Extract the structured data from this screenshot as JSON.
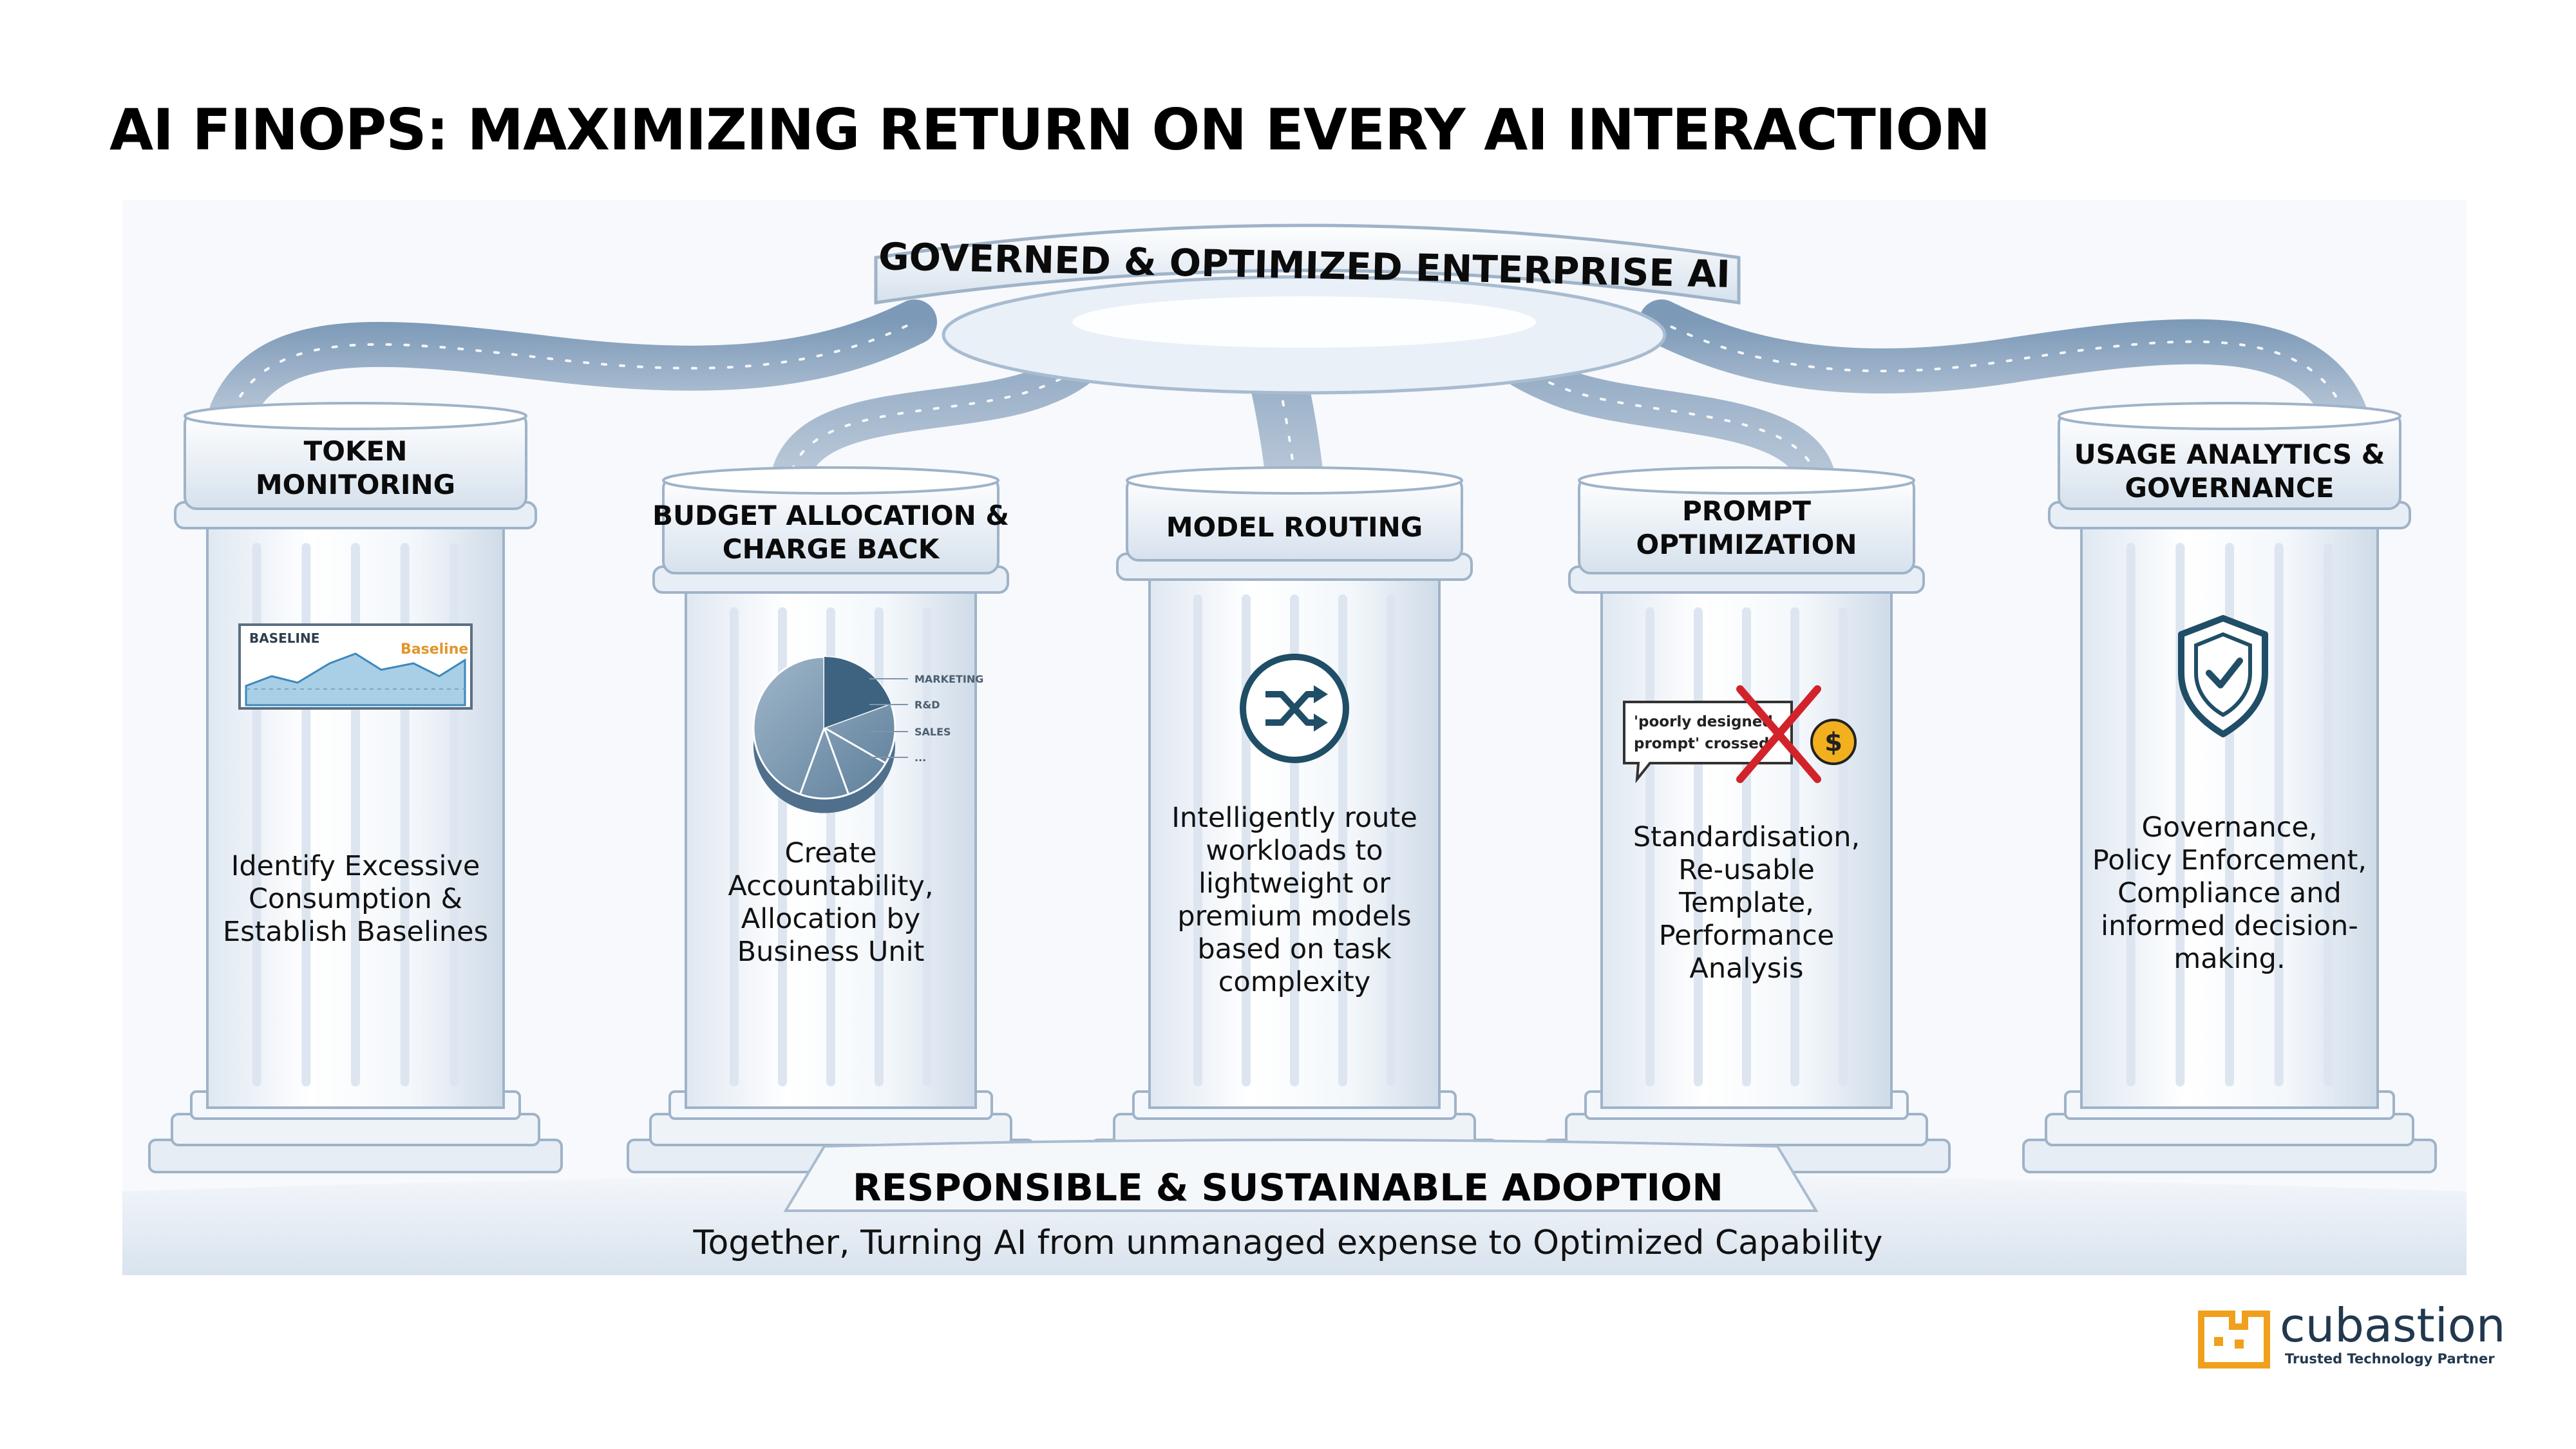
{
  "title": "AI FINOPS: MAXIMIZING RETURN ON EVERY AI INTERACTION",
  "top_banner": "GOVERNED & OPTIMIZED ENTERPRISE AI",
  "pillars": [
    {
      "title_lines": [
        "TOKEN",
        "MONITORING"
      ],
      "text_lines": [
        "Identify Excessive",
        "Consumption &",
        "Establish Baselines"
      ],
      "icon": "baseline-line-chart-icon",
      "chart_labels": [
        "BASELINE",
        "Baseline"
      ]
    },
    {
      "title_lines": [
        "BUDGET ALLOCATION &",
        "CHARGE BACK"
      ],
      "text_lines": [
        "Create",
        "Accountability,",
        "Allocation by",
        "Business Unit"
      ],
      "icon": "pie-chart-icon",
      "chart_labels": [
        "MARKETING",
        "R&D",
        "SALES",
        "..."
      ]
    },
    {
      "title_lines": [
        "MODEL ROUTING"
      ],
      "text_lines": [
        "Intelligently route",
        "workloads to",
        "lightweight or",
        "premium models",
        "based on task",
        "complexity"
      ],
      "icon": "shuffle-route-icon"
    },
    {
      "title_lines": [
        "PROMPT",
        "OPTIMIZATION"
      ],
      "text_lines": [
        "Standardisation,",
        "Re-usable",
        "Template,",
        "Performance",
        "Analysis"
      ],
      "icon": "crossed-prompt-dollar-icon",
      "chart_labels": [
        "'poorly designed",
        "prompt' crossed"
      ]
    },
    {
      "title_lines": [
        "USAGE ANALYTICS &",
        "GOVERNANCE"
      ],
      "text_lines": [
        "Governance,",
        "Policy Enforcement,",
        "Compliance  and",
        "informed decision-",
        "making."
      ],
      "icon": "shield-check-icon"
    }
  ],
  "base_banner": "RESPONSIBLE & SUSTAINABLE ADOPTION",
  "tagline": "Together, Turning AI from unmanaged expense to Optimized Capability",
  "logo": {
    "name": "cubastion",
    "tagline": "Trusted Technology Partner"
  },
  "colors": {
    "pillar_fill": "#eef3f9",
    "pillar_stroke": "#9fb3c8",
    "icon_dark": "#1f4e66",
    "logo_orange": "#f0a01c",
    "logo_navy": "#22384f",
    "cross_red": "#d2232a",
    "coin_gold": "#f2b01e"
  }
}
